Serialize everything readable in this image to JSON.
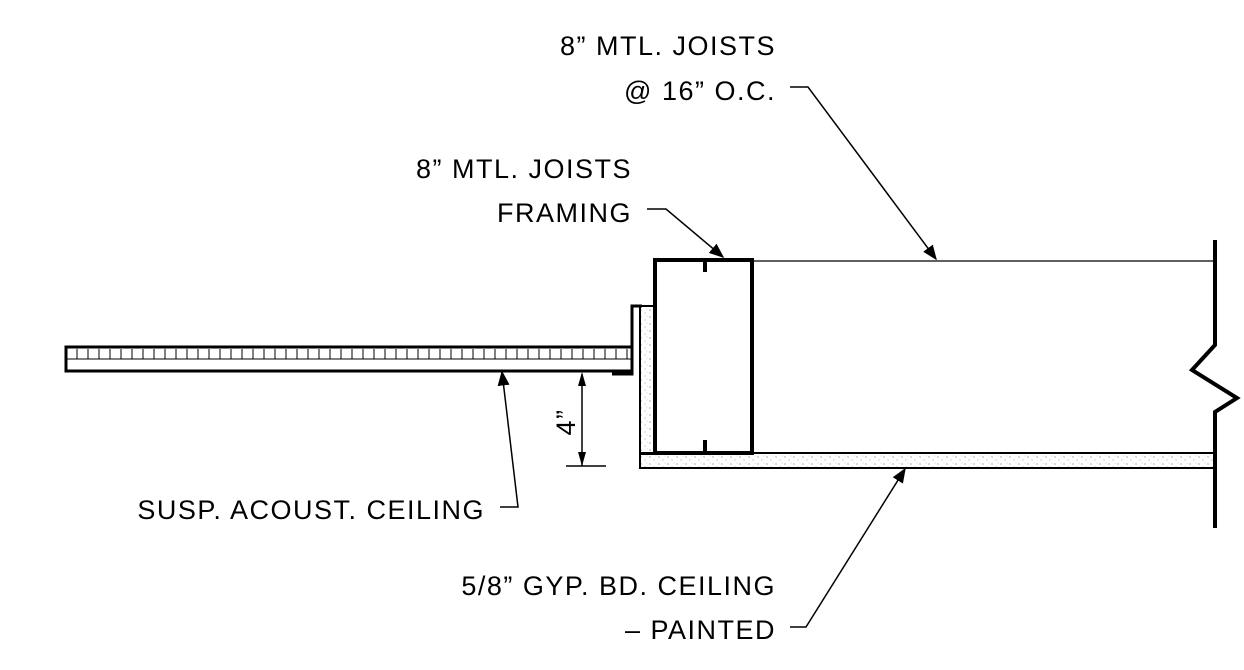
{
  "labels": {
    "joists_spacing_line1": "8” MTL. JOISTS",
    "joists_spacing_line2": "@ 16” O.C.",
    "joists_framing_line1": "8” MTL. JOISTS",
    "joists_framing_line2": "FRAMING",
    "acoustic_ceiling": "SUSP. ACOUST. CEILING",
    "gyp_ceiling_line1": "5/8” GYP. BD. CEILING",
    "gyp_ceiling_line2": "– PAINTED",
    "dimension": "4”"
  },
  "colors": {
    "line": "#000000",
    "background": "#ffffff",
    "hatch": "#666666"
  }
}
